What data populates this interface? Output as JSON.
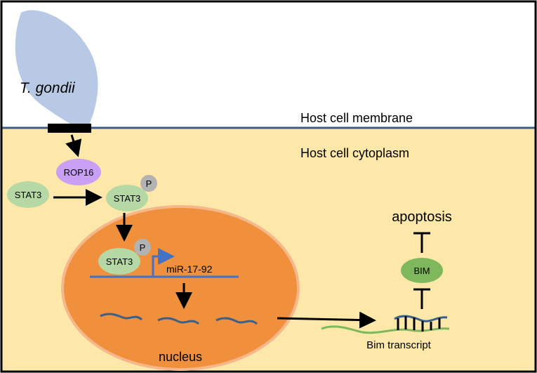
{
  "labels": {
    "parasite": "T. gondii",
    "membrane": "Host cell membrane",
    "cytoplasm": "Host cell cytoplasm",
    "rop16": "ROP16",
    "stat3_unphos": "STAT3",
    "stat3_phos": "STAT3",
    "phospho_1": "P",
    "stat3_nuclear": "STAT3",
    "phospho_2": "P",
    "mirna_gene": "miR-17-92",
    "nucleus": "nucleus",
    "apoptosis": "apoptosis",
    "bim": "BIM",
    "bim_transcript": "Bim transcript"
  },
  "colors": {
    "frame": "#000000",
    "cytoplasm": "#fde7a9",
    "membrane": "#3a5f8a",
    "parasite": "#b8c9e6",
    "nucleus_fill": "#f0903c",
    "nucleus_rim": "#f6b88a",
    "stat3": "#b5d8a4",
    "rop16": "#c9a0f5",
    "phospho": "#b3b3b3",
    "bim": "#7fb85c",
    "gene_line": "#4472c4",
    "mirna": "#3a5f8a",
    "transcript": "#7fb85c",
    "arrow": "#000000"
  }
}
